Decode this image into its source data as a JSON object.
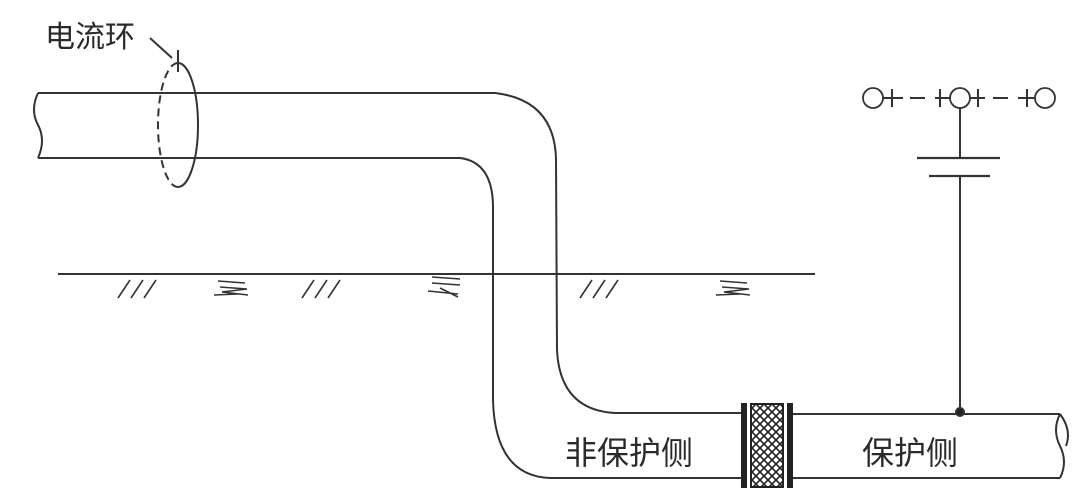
{
  "labels": {
    "current_ring": "电流环",
    "unprotected_side": "非保护侧",
    "protected_side": "保护侧"
  },
  "colors": {
    "stroke": "#333333",
    "background": "#ffffff"
  }
}
